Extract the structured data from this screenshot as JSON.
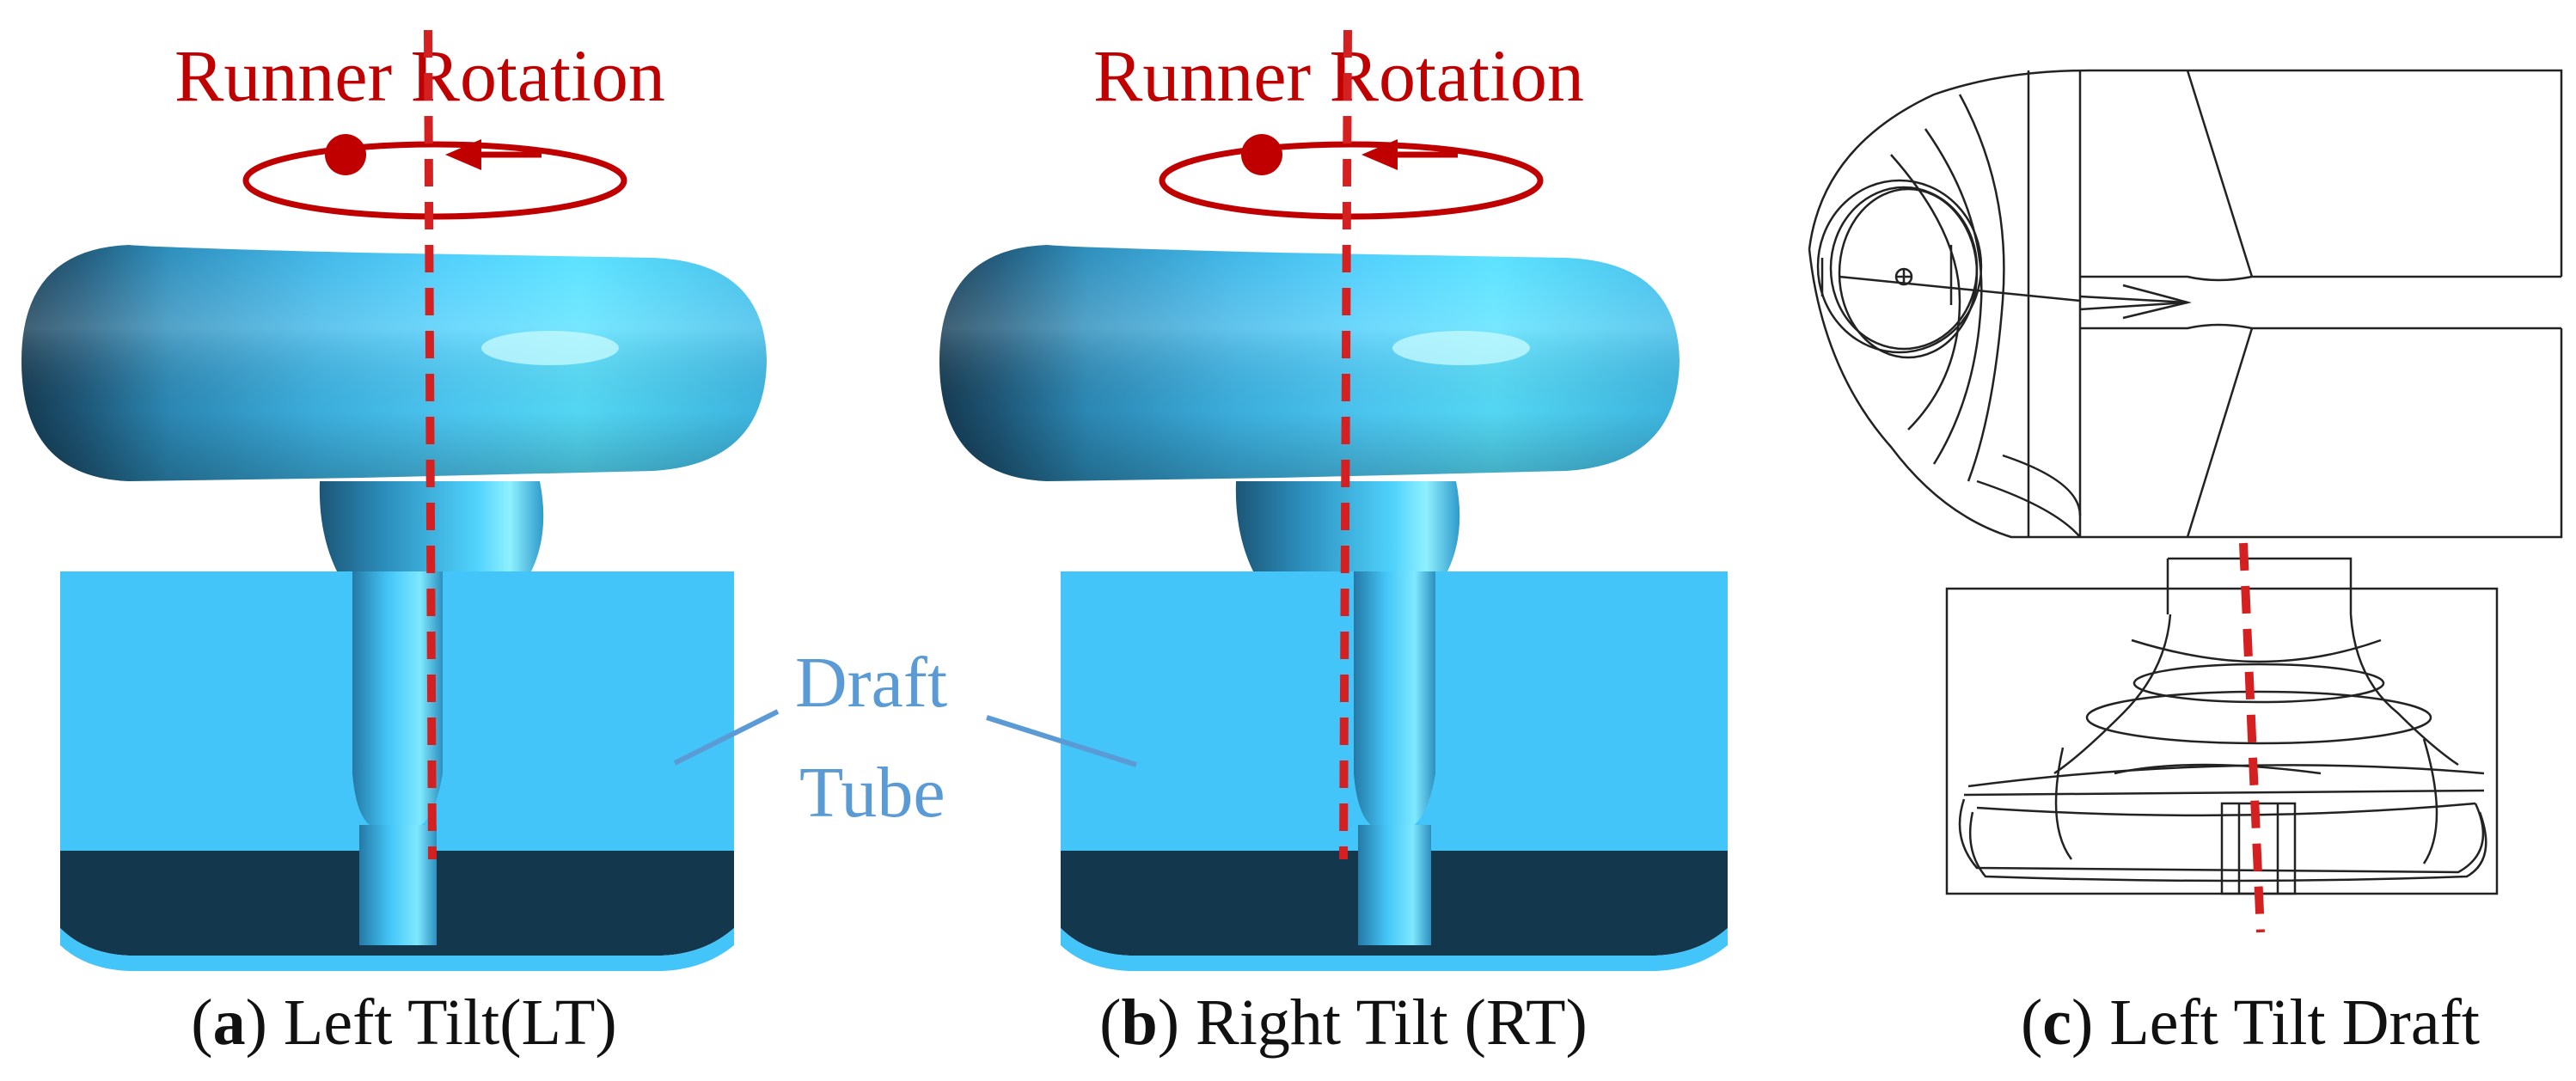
{
  "panel_a": {
    "annotation": "Runner Rotation",
    "caption_letter": "a",
    "caption_text": " Left Tilt(LT)"
  },
  "panel_b": {
    "annotation": "Runner Rotation",
    "caption_letter": "b",
    "caption_text": " Right Tilt (RT)"
  },
  "panel_c": {
    "caption_letter": "c",
    "caption_text": " Left Tilt Draft"
  },
  "draft_label": {
    "line1": "Draft",
    "line2": "Tube"
  },
  "colors": {
    "annotation_red": "#c00000",
    "axis_red": "#d42020",
    "body_light": "#43c5fa",
    "body_dark": "#13384e",
    "draft_label_blue": "#5b9bd5",
    "line_black": "#222222"
  }
}
